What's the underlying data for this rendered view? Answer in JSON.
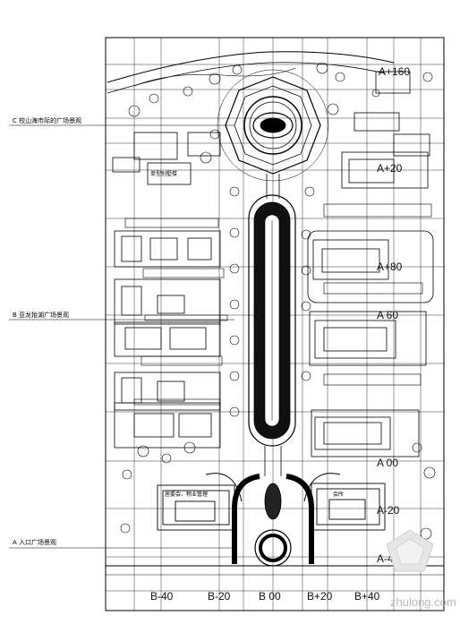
{
  "section_labels": {
    "c": "C 校山海市际的广场景观",
    "b": "B 亚龙抬湖广场景观",
    "a": "A 入口广场景观"
  },
  "grid_labels": {
    "bottom": [
      "B-40",
      "B-20",
      "B 00",
      "B+20",
      "B+40"
    ],
    "right": [
      "A+160",
      "A+20",
      "A+80",
      "A 60",
      "A 00",
      "A-20",
      "A-40"
    ]
  },
  "building_labels": {
    "club": "会所",
    "clubhouse_left": "居委会、物业管理",
    "villa_left": "单型别墅楼"
  },
  "watermark": {
    "text": "zhulong.com"
  },
  "colors": {
    "ink": "#000000",
    "watermark": "#b8b8b8"
  }
}
